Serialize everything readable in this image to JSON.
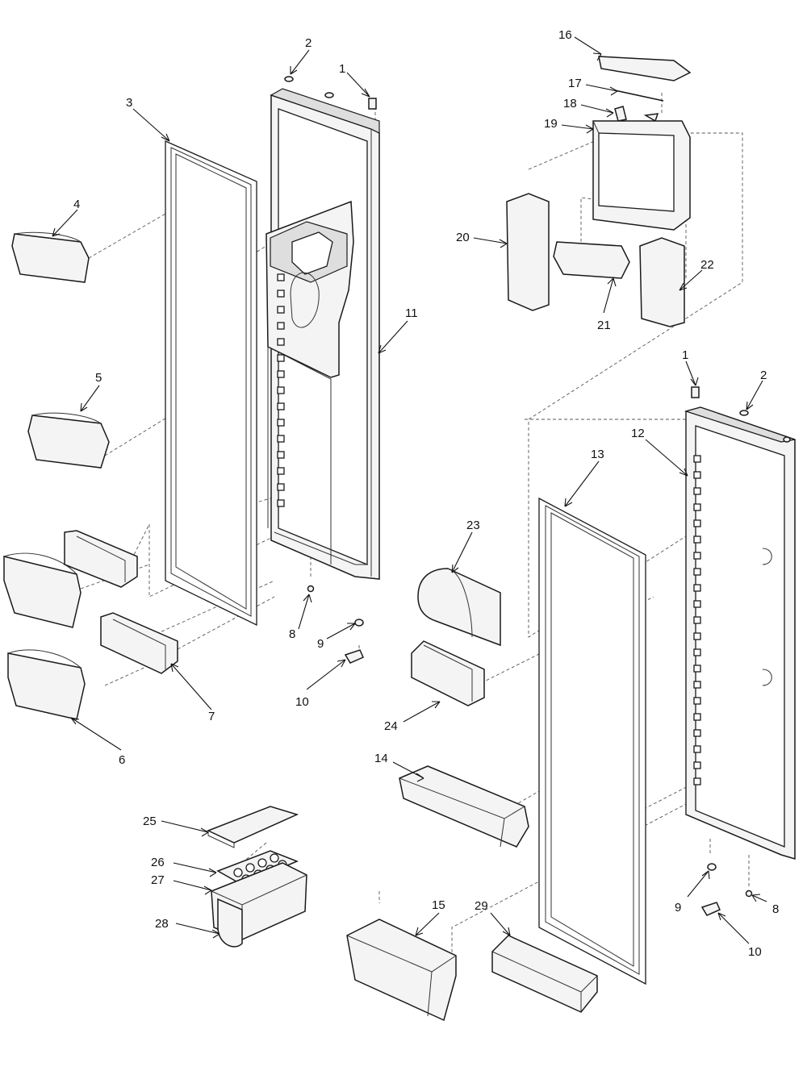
{
  "callouts": {
    "c1a": "1",
    "c2a": "2",
    "c3": "3",
    "c4": "4",
    "c5": "5",
    "c6": "6",
    "c7": "7",
    "c8a": "8",
    "c9a": "9",
    "c10a": "10",
    "c11": "11",
    "c16": "16",
    "c17": "17",
    "c18": "18",
    "c19": "19",
    "c20": "20",
    "c21": "21",
    "c22": "22",
    "c1b": "1",
    "c2b": "2",
    "c12": "12",
    "c13": "13",
    "c23": "23",
    "c24": "24",
    "c14": "14",
    "c25": "25",
    "c26": "26",
    "c27": "27",
    "c28": "28",
    "c15": "15",
    "c29": "29",
    "c9b": "9",
    "c8b": "8",
    "c10b": "10"
  }
}
